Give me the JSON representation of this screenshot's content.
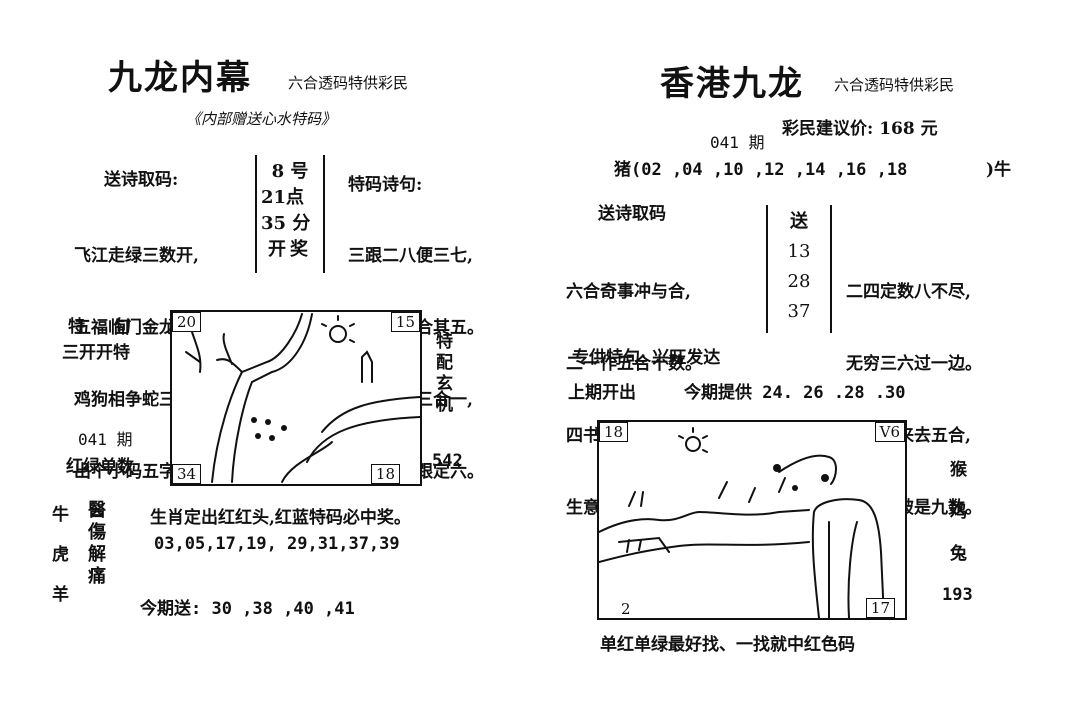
{
  "left": {
    "title": "九龙内幕",
    "subtitle": "六合透码特供彩民",
    "gift": "《内部赠送心水特码》",
    "poem_label": "送诗取码:",
    "poem_lines": [
      "飞江走绿三数开,",
      "五福临门金龙开。",
      "鸡狗相争蛇三合,",
      "出个小码五字猜。"
    ],
    "draw_info": [
      "8 号",
      "21点",
      "35 分",
      "开奖"
    ],
    "special_label": "特码诗句:",
    "special_lines": [
      "三跟二八便三七,",
      "九露二三合其五。",
      "发财还看三合一,",
      "四六分走跟定六。"
    ],
    "special_sentence": [
      "特　句",
      "三开开特"
    ],
    "issue": "041 期",
    "red_green": "红绿单数",
    "pic_corners": {
      "tl": "20",
      "tr": "15",
      "bl": "34",
      "br": "18"
    },
    "right_vertical": "特配玄机",
    "right_number": "542",
    "zodiacs": [
      "牛",
      "虎",
      "羊"
    ],
    "calligraphy": [
      "醫",
      "傷",
      "解",
      "痛"
    ],
    "zodiac_line": "生肖定出红红头,红蓝特码必中奖。",
    "numbers_line": "03,05,17,19, 29,31,37,39",
    "today_send": "今期送: 30 ,38 ,40 ,41"
  },
  "right": {
    "title": "香港九龙",
    "subtitle": "六合透码特供彩民",
    "price": "彩民建议价: 168 元",
    "issue": "041 期",
    "pig_line": "猪(02 ,04 ,10 ,12 ,14 ,16 ,18",
    "ox": ")牛",
    "poem_label": "送诗取码",
    "poem_lines": [
      "六合奇事冲与合,",
      "二一作五合十数。",
      "四书五经尽饱读,",
      "生意兴隆薄利销"
    ],
    "send_col": [
      "送",
      "13",
      "28",
      "37"
    ],
    "poem_lines2": [
      "二四定数八不尽,",
      "无穷三六过一边。",
      "若问七来去五合,",
      "一码道破是九数。"
    ],
    "special_sentence": "专供特句: 兴旺发达",
    "last_open": "上期开出",
    "today_offer": "今期提供 24. 26 .28 .30",
    "pic_corners": {
      "tl": "18",
      "tr": "V6",
      "bl": "2",
      "br": "17"
    },
    "zodiacs": [
      "猴",
      "鸡",
      "兔"
    ],
    "right_number": "193",
    "bottom": "单红单绿最好找、一找就中红色码"
  }
}
